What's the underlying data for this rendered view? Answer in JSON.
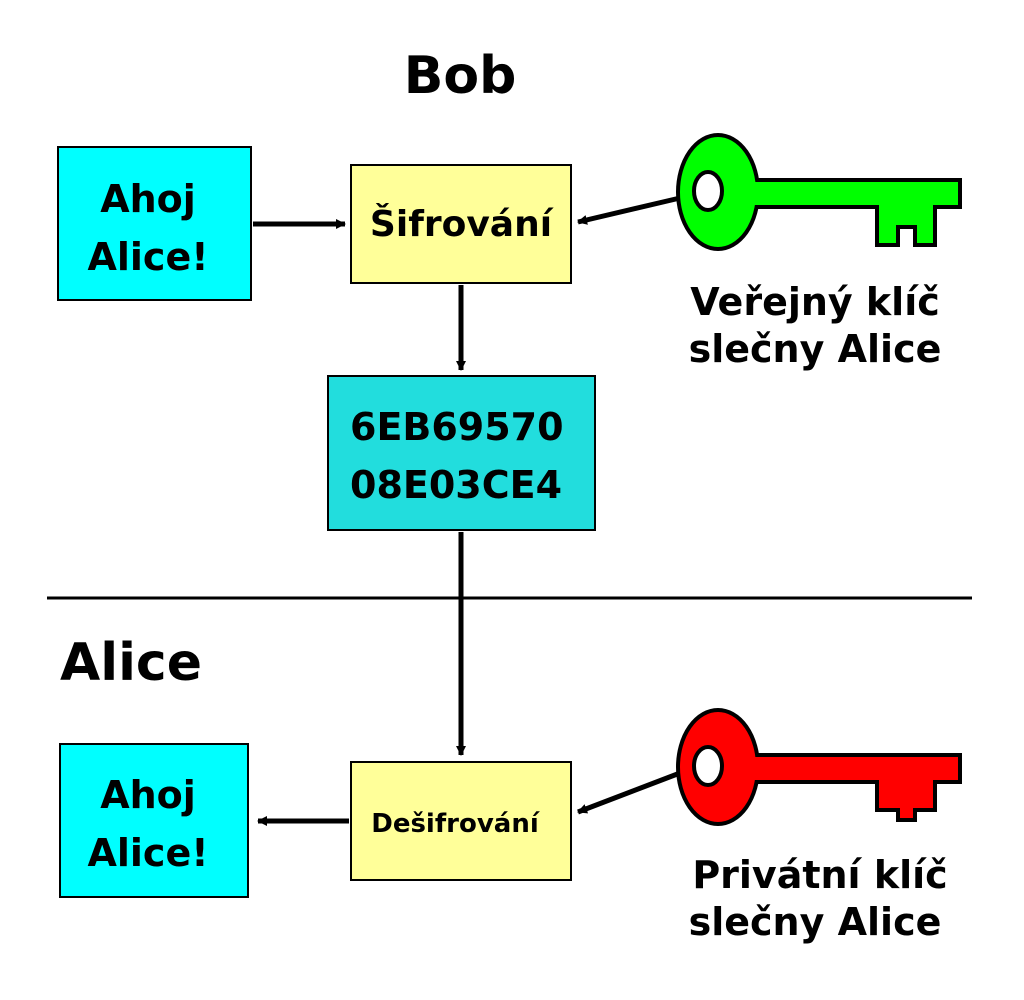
{
  "sections": {
    "top": "Bob",
    "bottom": "Alice"
  },
  "bob": {
    "message": [
      "Ahoj",
      "Alice!"
    ],
    "encrypt_label": "Šifrování",
    "ciphertext": [
      "6EB69570",
      "08E03CE4"
    ],
    "key_label": [
      "Veřejný klíč",
      "slečny Alice"
    ],
    "key_color": "#00ff00"
  },
  "alice": {
    "message": [
      "Ahoj",
      "Alice!"
    ],
    "decrypt_label": "Dešifrování",
    "key_label": [
      "Privátní klíč",
      "slečny Alice"
    ],
    "key_color": "#ff0000"
  },
  "colors": {
    "message_box": "#00ffff",
    "process_box": "#ffff99",
    "cipher_box": "#22dddd"
  }
}
